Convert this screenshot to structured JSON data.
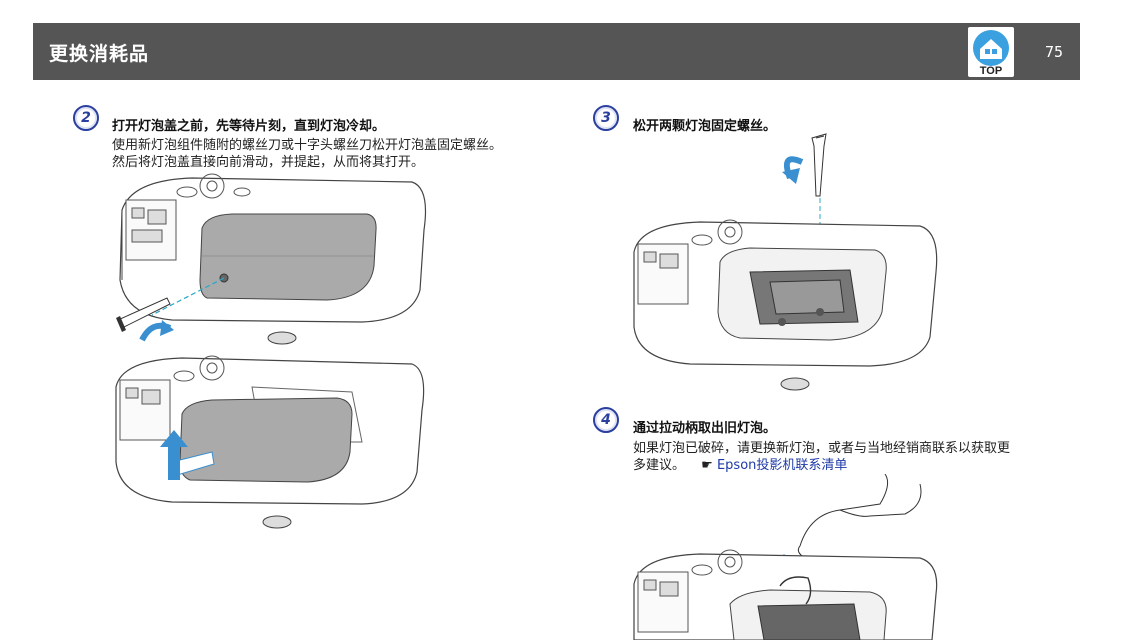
{
  "header": {
    "title": "更换消耗品",
    "top_button_label": "TOP",
    "page_number": "75"
  },
  "steps": [
    {
      "number": "2",
      "title": "打开灯泡盖之前，先等待片刻，直到灯泡冷却。",
      "body_line1": "使用新灯泡组件随附的螺丝刀或十字头螺丝刀松开灯泡盖固定螺丝。",
      "body_line2": "然后将灯泡盖直接向前滑动，并提起，从而将其打开。"
    },
    {
      "number": "3",
      "title": "松开两颗灯泡固定螺丝。"
    },
    {
      "number": "4",
      "title": "通过拉动柄取出旧灯泡。",
      "body_line1": "如果灯泡已破碎，请更换新灯泡，或者与当地经销商联系以获取更",
      "body_line2_prefix": "多建议。",
      "link_icon": "pointing-hand-icon",
      "link_text": "Epson投影机联系清单"
    }
  ],
  "colors": {
    "header_bg": "#555555",
    "badge_blue": "#2a3f9e",
    "link_blue": "#1f3aa8",
    "arrow_blue": "#3a8fd0",
    "guide_cyan": "#28a8c8"
  }
}
